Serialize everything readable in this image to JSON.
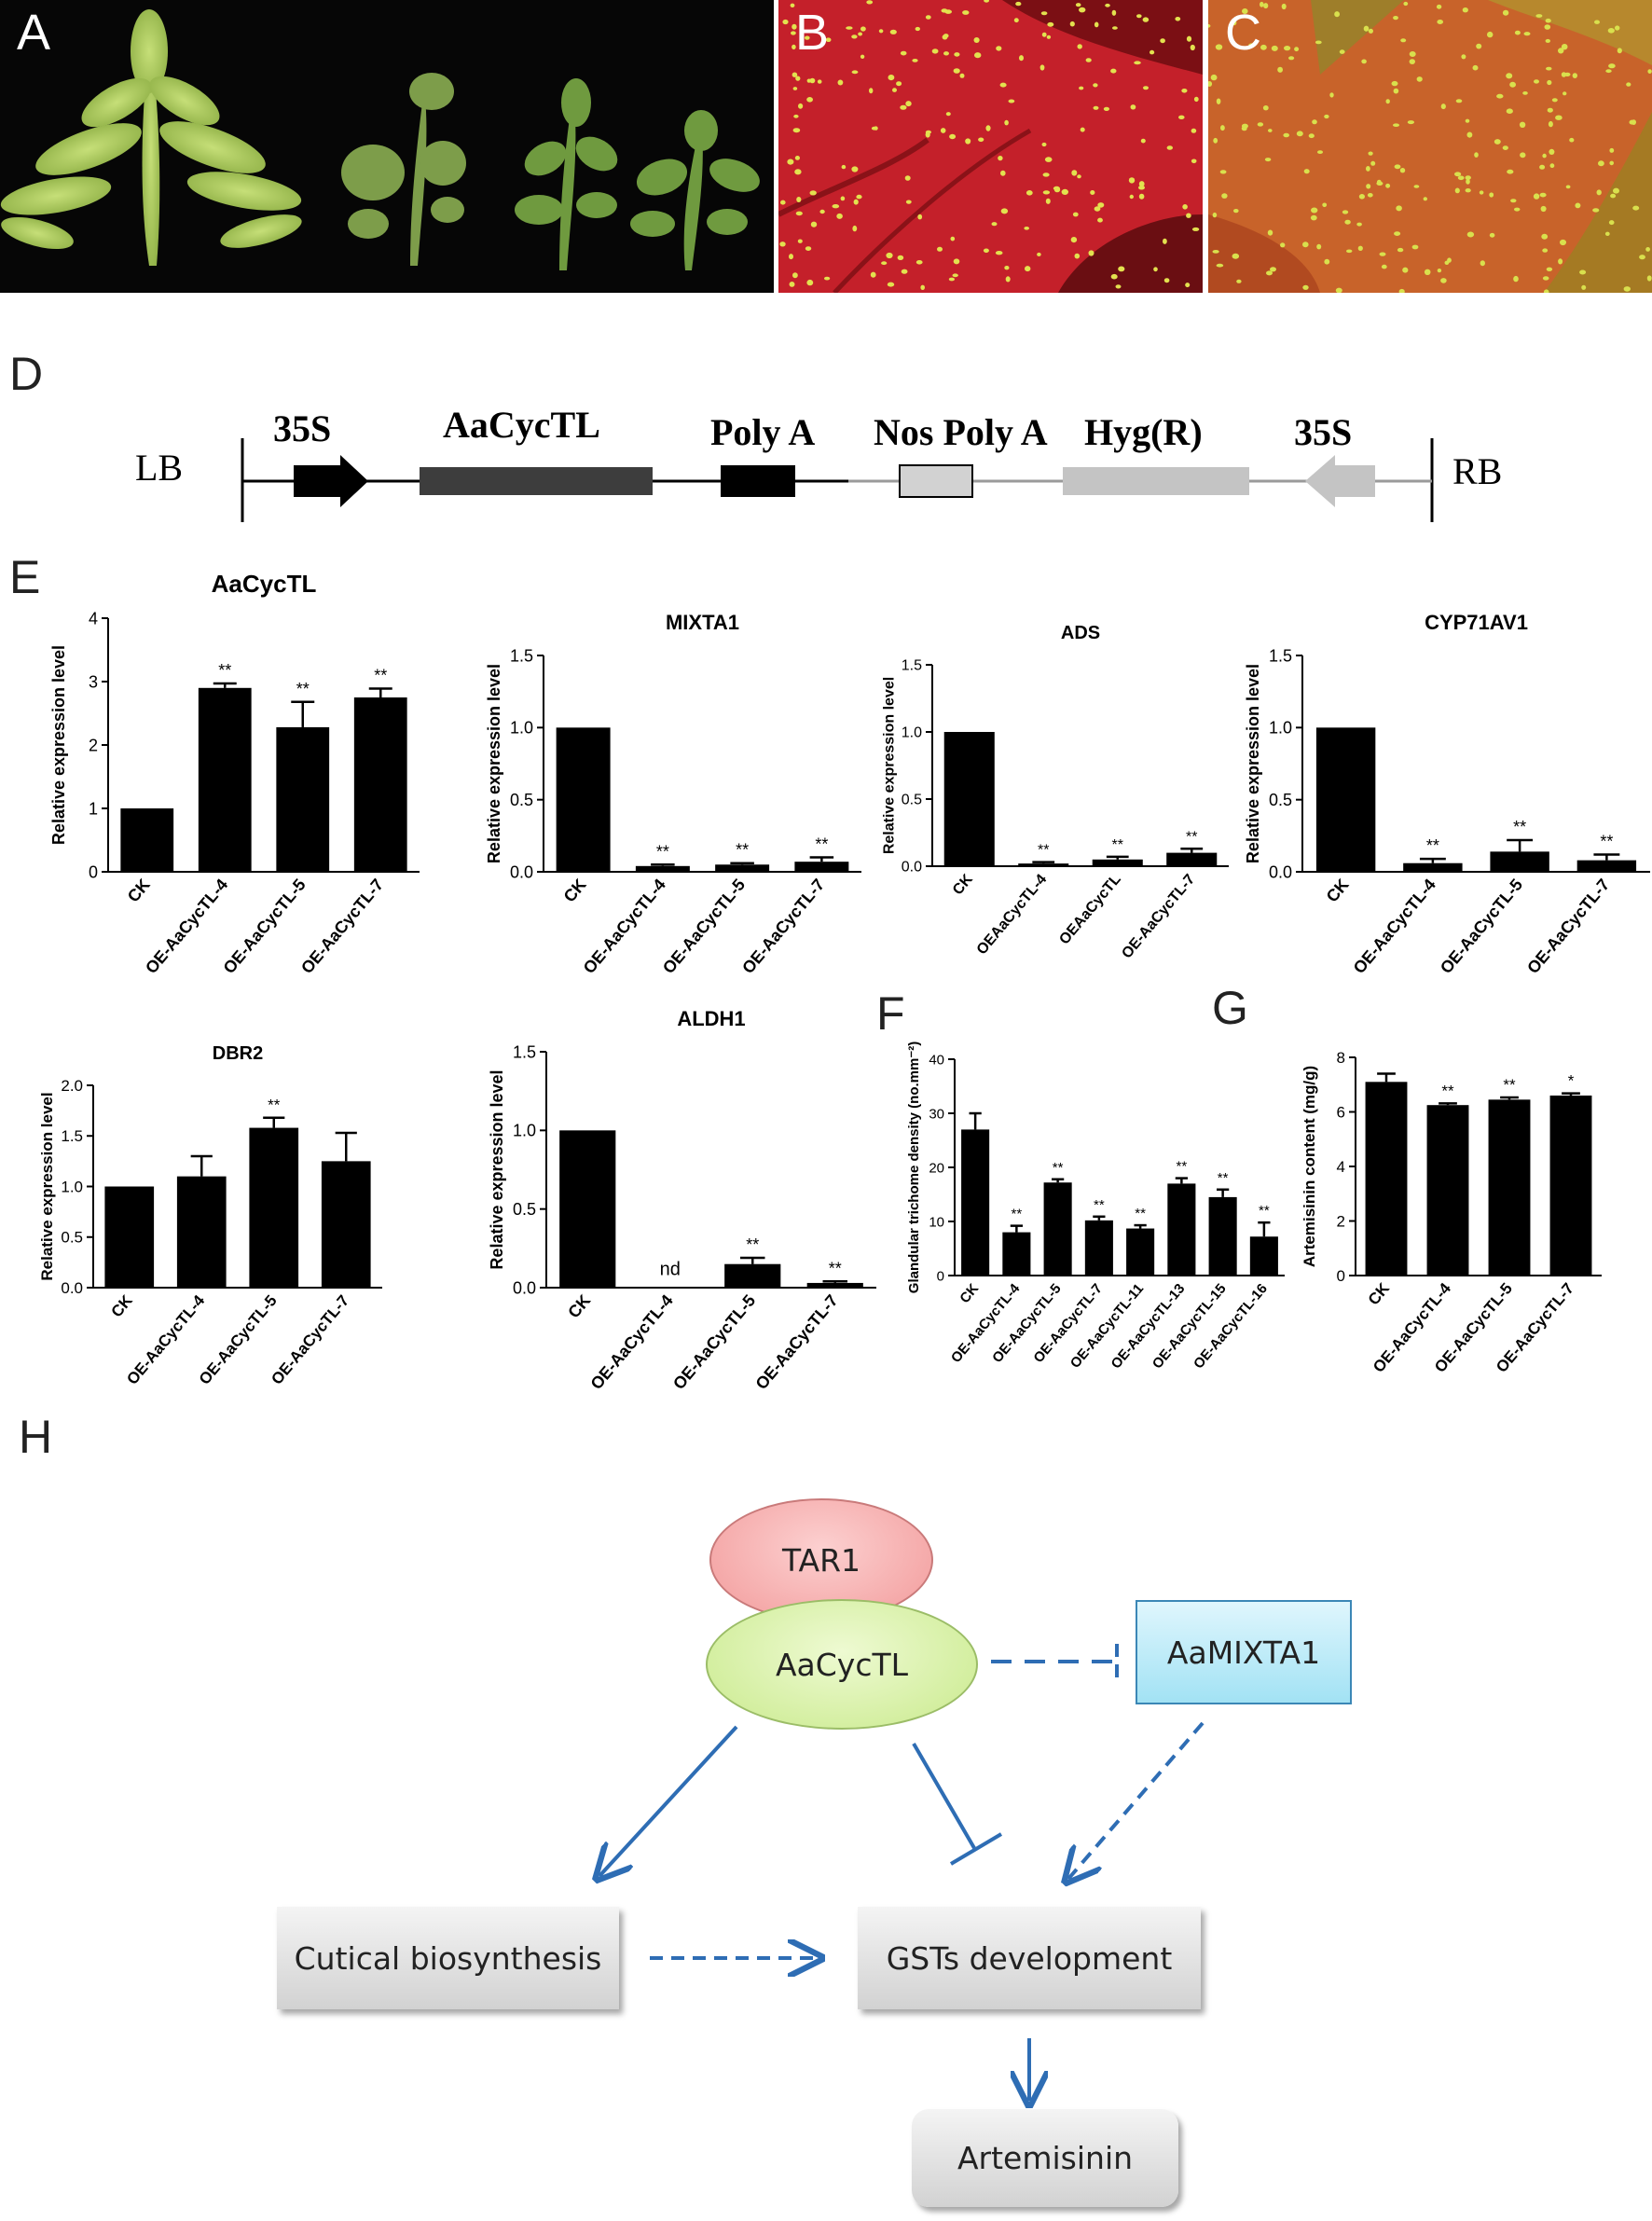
{
  "panels": {
    "A": "A",
    "B": "B",
    "C": "C",
    "D": "D",
    "E": "E",
    "F": "F",
    "G": "G",
    "H": "H"
  },
  "colors": {
    "photo_bg_dark": "#060606",
    "leaf_green": "#a9c95a",
    "leaf_dark": "#3c5a2a",
    "stain_red": "#c4202a",
    "stain_orange": "#c8632a",
    "dot_yellow": "#e3e14f",
    "bar_fill": "#000000",
    "arrow_blue": "#2e6db4",
    "tar1_fill": "#f6a6a6",
    "aacyctl_fill": "#d8f2a8",
    "aamixta1_fill": "#a9e6f6",
    "gray_box_top": "#f4f4f4",
    "gray_box_bottom": "#d2d2d2"
  },
  "construct": {
    "lb": "LB",
    "rb": "RB",
    "p35s_left": "35S",
    "gene": "AaCycTL",
    "polya": "Poly A",
    "nos_polya": "Nos Poly A",
    "hyg": "Hyg(R)",
    "p35s_right": "35S"
  },
  "diagram": {
    "tar1": "TAR1",
    "aacyctl": "AaCycTL",
    "aamixta1": "AaMIXTA1",
    "cutical": "Cutical biosynthesis",
    "gsts": "GSTs development",
    "artemisinin": "Artemisinin"
  },
  "chart_data": [
    {
      "id": "aacyctl",
      "type": "bar",
      "title": "AaCycTL",
      "ylabel": "Relative expression level",
      "ylim": [
        0,
        4
      ],
      "yticks": [
        "0",
        "1",
        "2",
        "3",
        "4"
      ],
      "categories": [
        "CK",
        "OE-AaCycTL-4",
        "OE-AaCycTL-5",
        "OE-AaCycTL-7"
      ],
      "values": [
        1.0,
        2.9,
        2.28,
        2.75
      ],
      "errors": [
        0,
        0.07,
        0.4,
        0.14
      ],
      "annotations": [
        "",
        "**",
        "**",
        "**"
      ]
    },
    {
      "id": "mixta1",
      "type": "bar",
      "title": "MIXTA1",
      "ylabel": "Relative expression level",
      "ylim": [
        0,
        1.5
      ],
      "yticks": [
        "0.0",
        "0.5",
        "1.0",
        "1.5"
      ],
      "categories": [
        "CK",
        "OE-AaCycTL-4",
        "OE-AaCycTL-5",
        "OE-AaCycTL-7"
      ],
      "values": [
        1.0,
        0.04,
        0.05,
        0.07
      ],
      "errors": [
        0,
        0.01,
        0.01,
        0.03
      ],
      "annotations": [
        "",
        "**",
        "**",
        "**"
      ]
    },
    {
      "id": "ads",
      "type": "bar",
      "title": "ADS",
      "ylabel": "Relative expression level",
      "ylim": [
        0,
        1.5
      ],
      "yticks": [
        "0.0",
        "0.5",
        "1.0",
        "1.5"
      ],
      "categories": [
        "CK",
        "OEAaCycTL-4",
        "OEAaCycTL",
        "OE-AaCycTL-7"
      ],
      "values": [
        1.0,
        0.02,
        0.05,
        0.1
      ],
      "errors": [
        0,
        0.01,
        0.02,
        0.03
      ],
      "annotations": [
        "",
        "**",
        "**",
        "**"
      ]
    },
    {
      "id": "cyp71av1",
      "type": "bar",
      "title": "CYP71AV1",
      "ylabel": "Relative expression level",
      "ylim": [
        0,
        1.5
      ],
      "yticks": [
        "0.0",
        "0.5",
        "1.0",
        "1.5"
      ],
      "categories": [
        "CK",
        "OE-AaCycTL-4",
        "OE-AaCycTL-5",
        "OE-AaCycTL-7"
      ],
      "values": [
        1.0,
        0.06,
        0.14,
        0.08
      ],
      "errors": [
        0,
        0.03,
        0.08,
        0.04
      ],
      "annotations": [
        "",
        "**",
        "**",
        "**"
      ]
    },
    {
      "id": "dbr2",
      "type": "bar",
      "title": "DBR2",
      "ylabel": "Relative expression level",
      "ylim": [
        0,
        2.0
      ],
      "yticks": [
        "0.0",
        "0.5",
        "1.0",
        "1.5",
        "2.0"
      ],
      "categories": [
        "CK",
        "OE-AaCycTL-4",
        "OE-AaCycTL-5",
        "OE-AaCycTL-7"
      ],
      "values": [
        1.0,
        1.1,
        1.58,
        1.25
      ],
      "errors": [
        0,
        0.2,
        0.1,
        0.28
      ],
      "annotations": [
        "",
        "",
        "**",
        ""
      ]
    },
    {
      "id": "aldh1",
      "type": "bar",
      "title": "ALDH1",
      "ylabel": "Relative expression level",
      "ylim": [
        0,
        1.5
      ],
      "yticks": [
        "0.0",
        "0.5",
        "1.0",
        "1.5"
      ],
      "categories": [
        "CK",
        "OE-AaCycTL-4",
        "OE-AaCycTL-5",
        "OE-AaCycTL-7"
      ],
      "values": [
        1.0,
        0,
        0.15,
        0.03
      ],
      "errors": [
        0,
        0,
        0.04,
        0.01
      ],
      "annotations": [
        "",
        "nd",
        "**",
        "**"
      ]
    },
    {
      "id": "trichome",
      "type": "bar",
      "title": "",
      "ylabel": "Glandular trichome density (no.mm⁻²)",
      "ylim": [
        0,
        40
      ],
      "yticks": [
        "0",
        "10",
        "20",
        "30",
        "40"
      ],
      "categories": [
        "CK",
        "OE-AaCycTL-4",
        "OE-AaCycTL-5",
        "OE-AaCycTL-7",
        "OE-AaCycTL-11",
        "OE-AaCycTL-13",
        "OE-AaCycTL-15",
        "OE-AaCycTL-16"
      ],
      "values": [
        27.0,
        8.0,
        17.2,
        10.2,
        8.7,
        17.0,
        14.5,
        7.2
      ],
      "errors": [
        3.0,
        1.2,
        0.6,
        0.7,
        0.6,
        1.0,
        1.4,
        2.6
      ],
      "annotations": [
        "",
        "**",
        "**",
        "**",
        "**",
        "**",
        "**",
        "**"
      ]
    },
    {
      "id": "artemisinin",
      "type": "bar",
      "title": "",
      "ylabel": "Artemisinin content (mg/g)",
      "ylim": [
        0,
        8
      ],
      "yticks": [
        "0",
        "2",
        "4",
        "6",
        "8"
      ],
      "categories": [
        "CK",
        "OE-AaCycTL-4",
        "OE-AaCycTL-5",
        "OE-AaCycTL-7"
      ],
      "values": [
        7.1,
        6.25,
        6.45,
        6.6
      ],
      "errors": [
        0.3,
        0.06,
        0.08,
        0.08
      ],
      "annotations": [
        "",
        "**",
        "**",
        "*"
      ]
    }
  ]
}
